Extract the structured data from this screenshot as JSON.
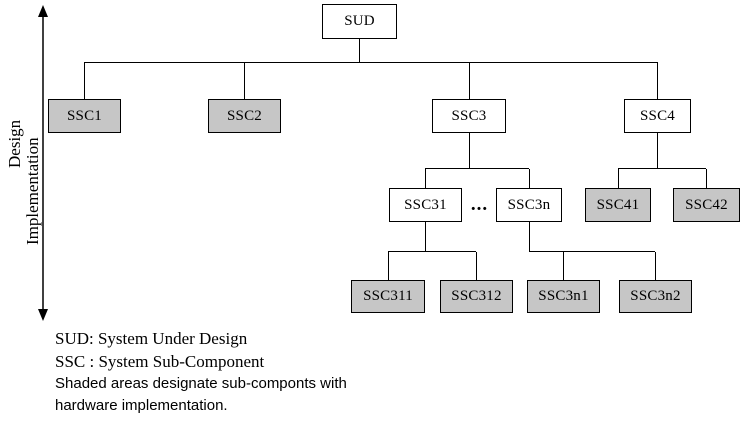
{
  "axis": {
    "design": "Design",
    "implementation": "Implementation"
  },
  "tree": {
    "ellipsis": "...",
    "nodes": {
      "sud": {
        "label": "SUD",
        "shaded": false
      },
      "ssc1": {
        "label": "SSC1",
        "shaded": true
      },
      "ssc2": {
        "label": "SSC2",
        "shaded": true
      },
      "ssc3": {
        "label": "SSC3",
        "shaded": false
      },
      "ssc4": {
        "label": "SSC4",
        "shaded": false
      },
      "ssc31": {
        "label": "SSC31",
        "shaded": false
      },
      "ssc3n": {
        "label": "SSC3n",
        "shaded": false
      },
      "ssc41": {
        "label": "SSC41",
        "shaded": true
      },
      "ssc42": {
        "label": "SSC42",
        "shaded": true
      },
      "ssc311": {
        "label": "SSC311",
        "shaded": true
      },
      "ssc312": {
        "label": "SSC312",
        "shaded": true
      },
      "ssc3n1": {
        "label": "SSC3n1",
        "shaded": true
      },
      "ssc3n2": {
        "label": "SSC3n2",
        "shaded": true
      }
    },
    "hierarchy": {
      "SUD": [
        "SSC1",
        "SSC2",
        "SSC3",
        "SSC4"
      ],
      "SSC3": [
        "SSC31",
        "...",
        "SSC3n"
      ],
      "SSC4": [
        "SSC41",
        "SSC42"
      ],
      "SSC31": [
        "SSC311",
        "SSC312"
      ],
      "SSC3n": [
        "SSC3n1",
        "SSC3n2"
      ]
    }
  },
  "legend": {
    "line1": "SUD: System Under Design",
    "line2": "SSC : System Sub-Component",
    "line3": "Shaded areas designate sub-componts with",
    "line4": "hardware implementation."
  },
  "colors": {
    "shaded_fill": "#c6c6c6",
    "line": "#000000",
    "background": "#ffffff"
  }
}
